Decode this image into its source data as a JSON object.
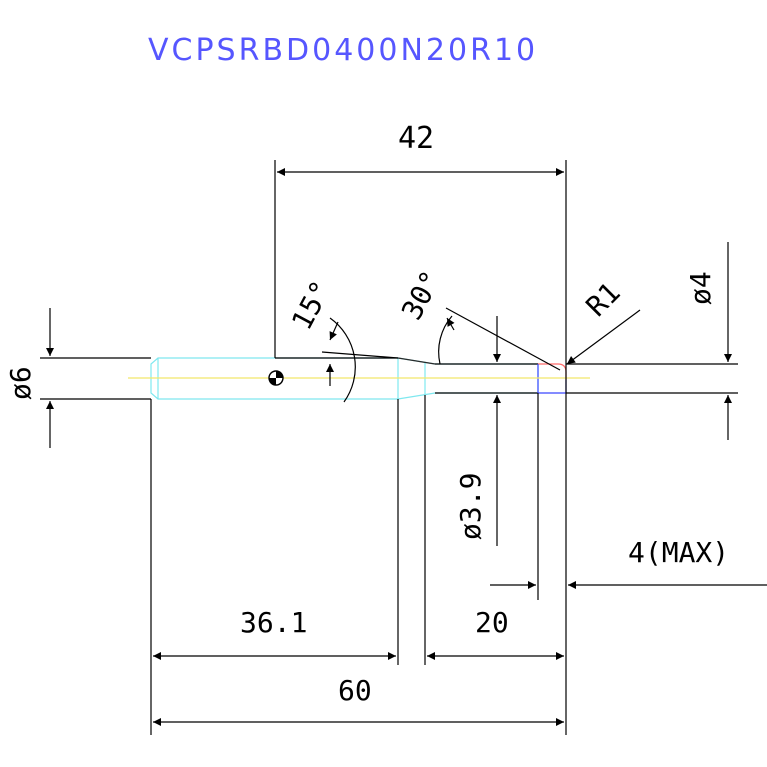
{
  "title": "VCPSRBD0400N20R10",
  "colors": {
    "title": "#5656ff",
    "dimension": "#000000",
    "tool_outline": "#7fe8ef",
    "axis": "#f2e86a",
    "tip": "#ff6b6b",
    "tip_blue": "#3a46ff"
  },
  "dimensions": {
    "overall_to_ref": "42",
    "shank_diameter": "ø6",
    "neck_diameter": "ø3.9",
    "tip_diameter": "ø4",
    "corner_radius": "R1",
    "taper_angle": "15°",
    "chamfer_angle": "30°",
    "neck_length": "20",
    "shank_length": "36.1",
    "overall_length": "60",
    "max_cut_depth": "4(MAX)"
  }
}
